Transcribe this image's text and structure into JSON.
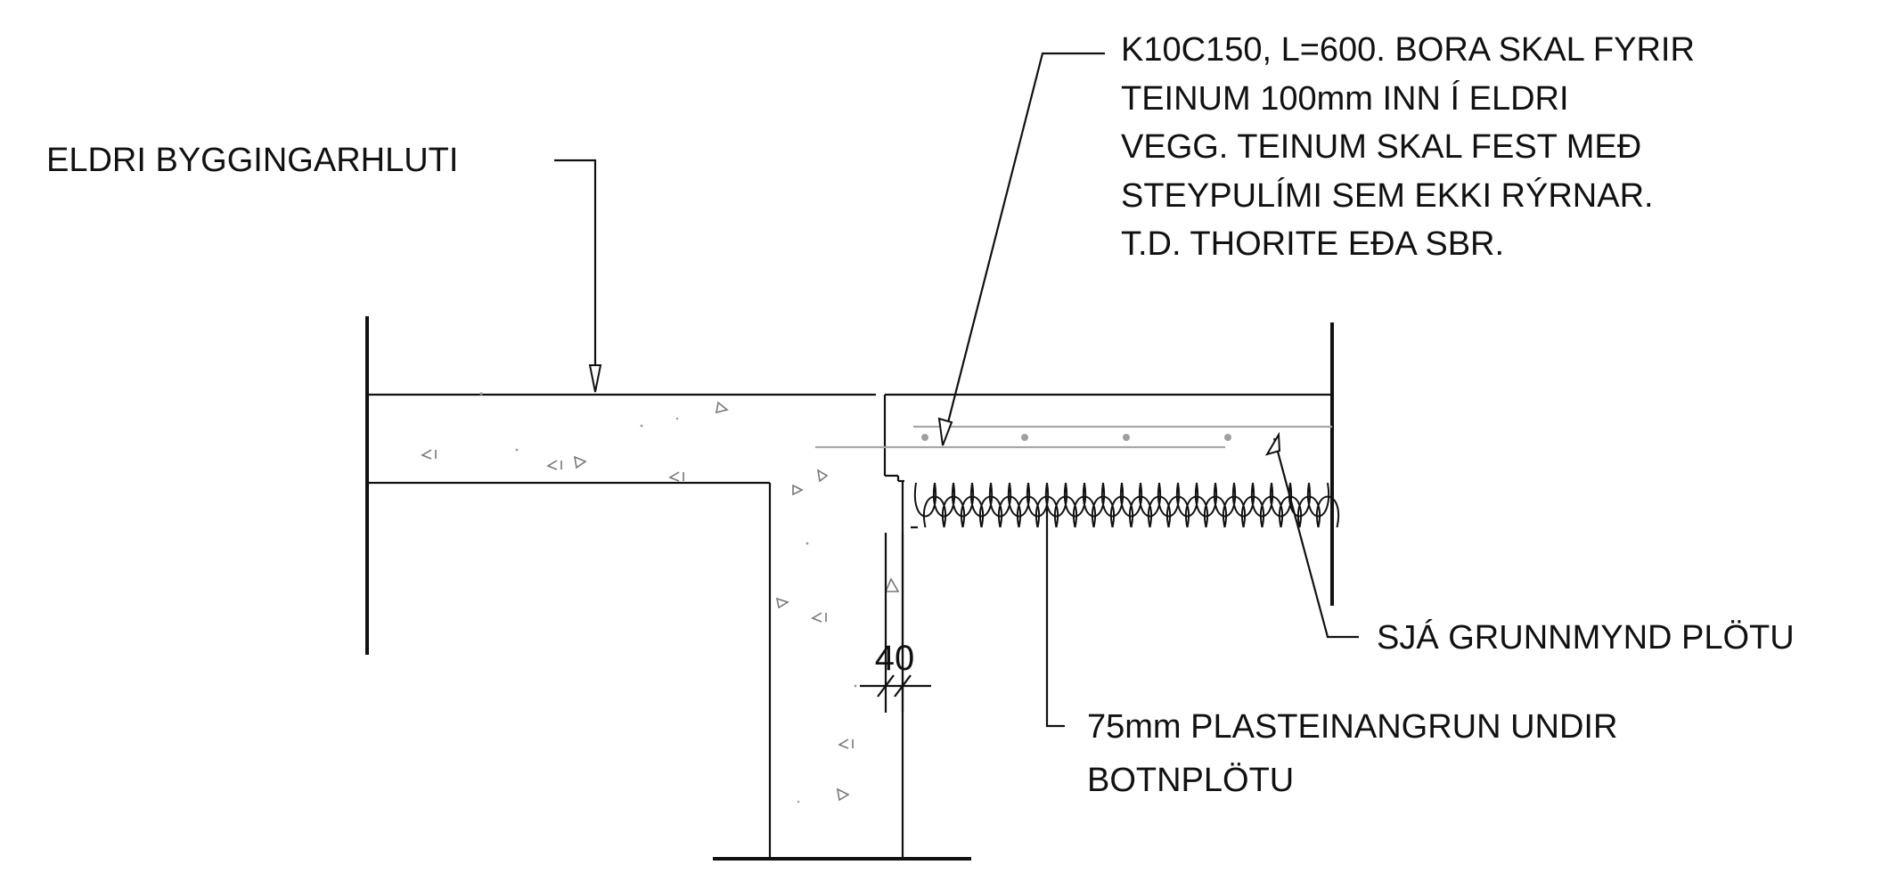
{
  "labels": {
    "existing_part": "ELDRI BYGGINGARHLUTI",
    "rebar_note": [
      "K10C150, L=600. BORA SKAL FYRIR",
      "TEINUM 100mm INN Í ELDRI",
      "VEGG. TEINUM SKAL FEST MEÐ",
      "STEYPULÍMI SEM EKKI RÝRNAR.",
      "T.D. THORITE EÐA SBR."
    ],
    "slab_plan_ref": "SJÁ GRUNNMYND PLÖTU",
    "insulation_note": [
      "75mm PLASTEINANGRUN UNDIR",
      "BOTNPLÖTU"
    ]
  },
  "dimension": {
    "value": "40"
  },
  "colors": {
    "line": "#111111",
    "rebar": "#a8a8a8",
    "background": "#ffffff"
  }
}
